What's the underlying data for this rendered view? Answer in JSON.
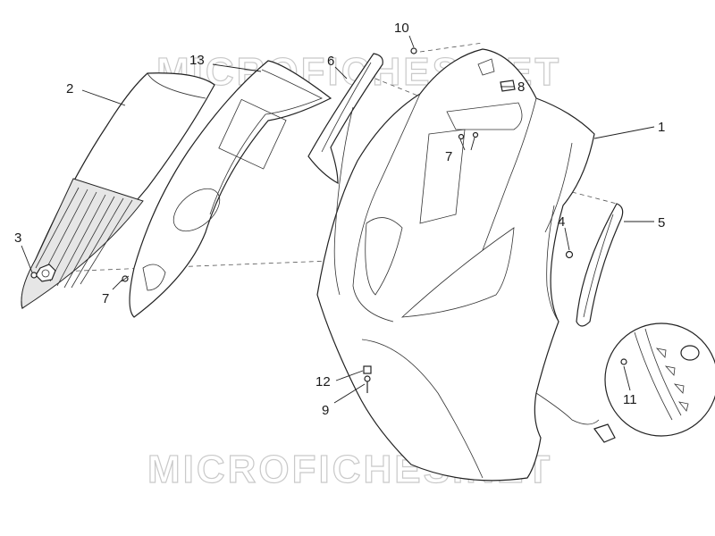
{
  "watermark_top": "MICROFICHES.NET",
  "watermark_bottom": "MICROFICHES.NET",
  "callouts": {
    "c1": "1",
    "c2": "2",
    "c3": "3",
    "c4": "4",
    "c5": "5",
    "c6": "6",
    "c7a": "7",
    "c7b": "7",
    "c8": "8",
    "c9": "9",
    "c10": "10",
    "c11": "11",
    "c12": "12",
    "c13": "13"
  }
}
